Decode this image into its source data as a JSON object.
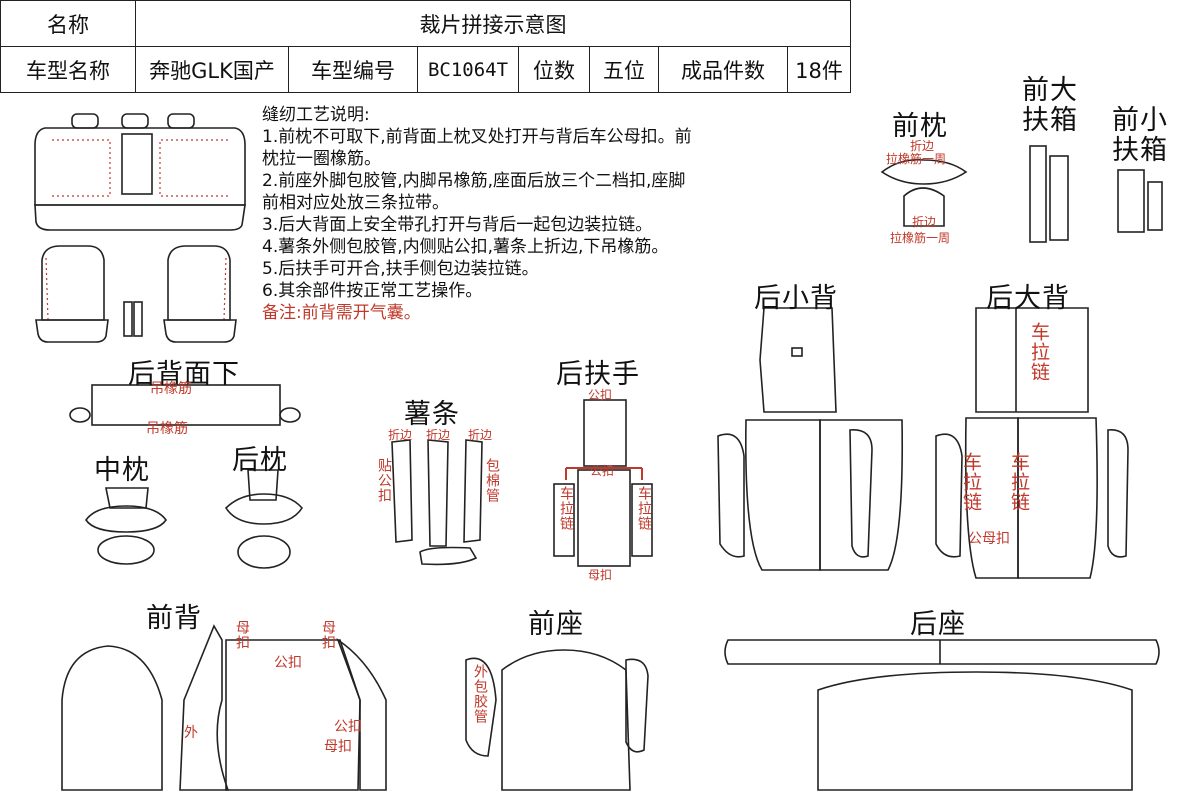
{
  "header": {
    "name_label": "名称",
    "diagram_title": "裁片拼接示意图",
    "model_name_label": "车型名称",
    "model_name": "奔驰GLK国产",
    "model_code_label": "车型编号",
    "model_code": "BC1064T",
    "seats_label": "位数",
    "seats": "五位",
    "pieces_label": "成品件数",
    "pieces": "18件"
  },
  "notes": {
    "heading": "缝纫工艺说明:",
    "lines": [
      "1.前枕不可取下,前背面上枕叉处打开与背后车公母扣。前",
      "枕拉一圈橡筋。",
      "2.前座外脚包胶管,内脚吊橡筋,座面后放三个二档扣,座脚",
      "前相对应处放三条拉带。",
      "3.后大背面上安全带孔打开与背后一起包边装拉链。",
      "4.薯条外侧包胶管,内侧贴公扣,薯条上折边,下吊橡筋。",
      "5.后扶手可开合,扶手侧包边装拉链。",
      "6.其余部件按正常工艺操作。"
    ],
    "remark": "备注:前背需开气囊。"
  },
  "sections": {
    "front_headrest": "前枕",
    "front_big_armbox": "前大扶箱",
    "front_small_armbox": "前小扶箱",
    "rear_small_back": "后小背",
    "rear_big_back": "后大背",
    "rear_back_lower": "后背面下",
    "strip": "薯条",
    "rear_armrest": "后扶手",
    "middle_headrest": "中枕",
    "rear_headrest": "后枕",
    "front_back": "前背",
    "front_seat": "前座",
    "rear_seat": "后座"
  },
  "annotations": {
    "fold_edge": "折边",
    "elastic_all_round": "拉橡筋一周",
    "hang_elastic": "吊橡筋",
    "press_male_clip": "贴公扣",
    "wrap_tube": "包棉管",
    "male_clip": "公扣",
    "female_clip": "母扣",
    "car_zipper": "车拉链",
    "male_female_clip": "公母扣",
    "outer": "外",
    "outer_wrap_tube": "外包胶管"
  }
}
